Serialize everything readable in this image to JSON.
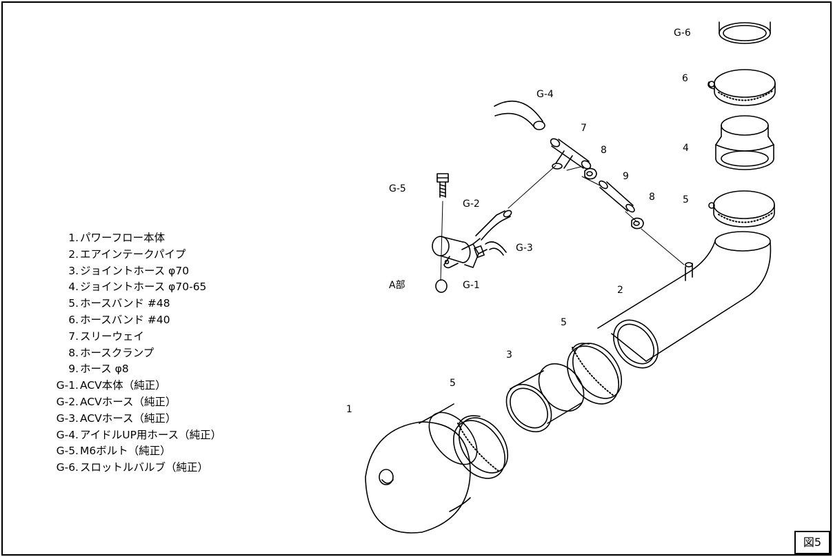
{
  "legend": [
    {
      "num": "1.",
      "text": "パワーフロー本体"
    },
    {
      "num": "2.",
      "text": "エアインテークパイプ"
    },
    {
      "num": "3.",
      "text": "ジョイントホース φ70"
    },
    {
      "num": "4.",
      "text": "ジョイントホース φ70-65"
    },
    {
      "num": "5.",
      "text": "ホースバンド #48"
    },
    {
      "num": "6.",
      "text": "ホースバンド #40"
    },
    {
      "num": "7.",
      "text": "スリーウェイ"
    },
    {
      "num": "8.",
      "text": "ホースクランプ"
    },
    {
      "num": "9.",
      "text": "ホース φ8"
    },
    {
      "num": "G-1.",
      "text": "ACV本体（純正）"
    },
    {
      "num": "G-2.",
      "text": "ACVホース（純正）"
    },
    {
      "num": "G-3.",
      "text": "ACVホース（純正）"
    },
    {
      "num": "G-4.",
      "text": "アイドルUP用ホース（純正）"
    },
    {
      "num": "G-5.",
      "text": "M6ボルト（純正）"
    },
    {
      "num": "G-6.",
      "text": "スロットルバルブ（純正）"
    }
  ],
  "callouts": {
    "g6": "G-6",
    "c6": "6",
    "g4": "G-4",
    "c7": "7",
    "c8a": "8",
    "c4": "4",
    "c9": "9",
    "g5": "G-5",
    "c8b": "8",
    "c5a": "5",
    "g2": "G-2",
    "g3": "G-3",
    "abu": "A部",
    "g1": "G-1",
    "c2": "2",
    "c5b": "5",
    "c3": "3",
    "c5c": "5",
    "c1": "1"
  },
  "figure_label": "図5"
}
